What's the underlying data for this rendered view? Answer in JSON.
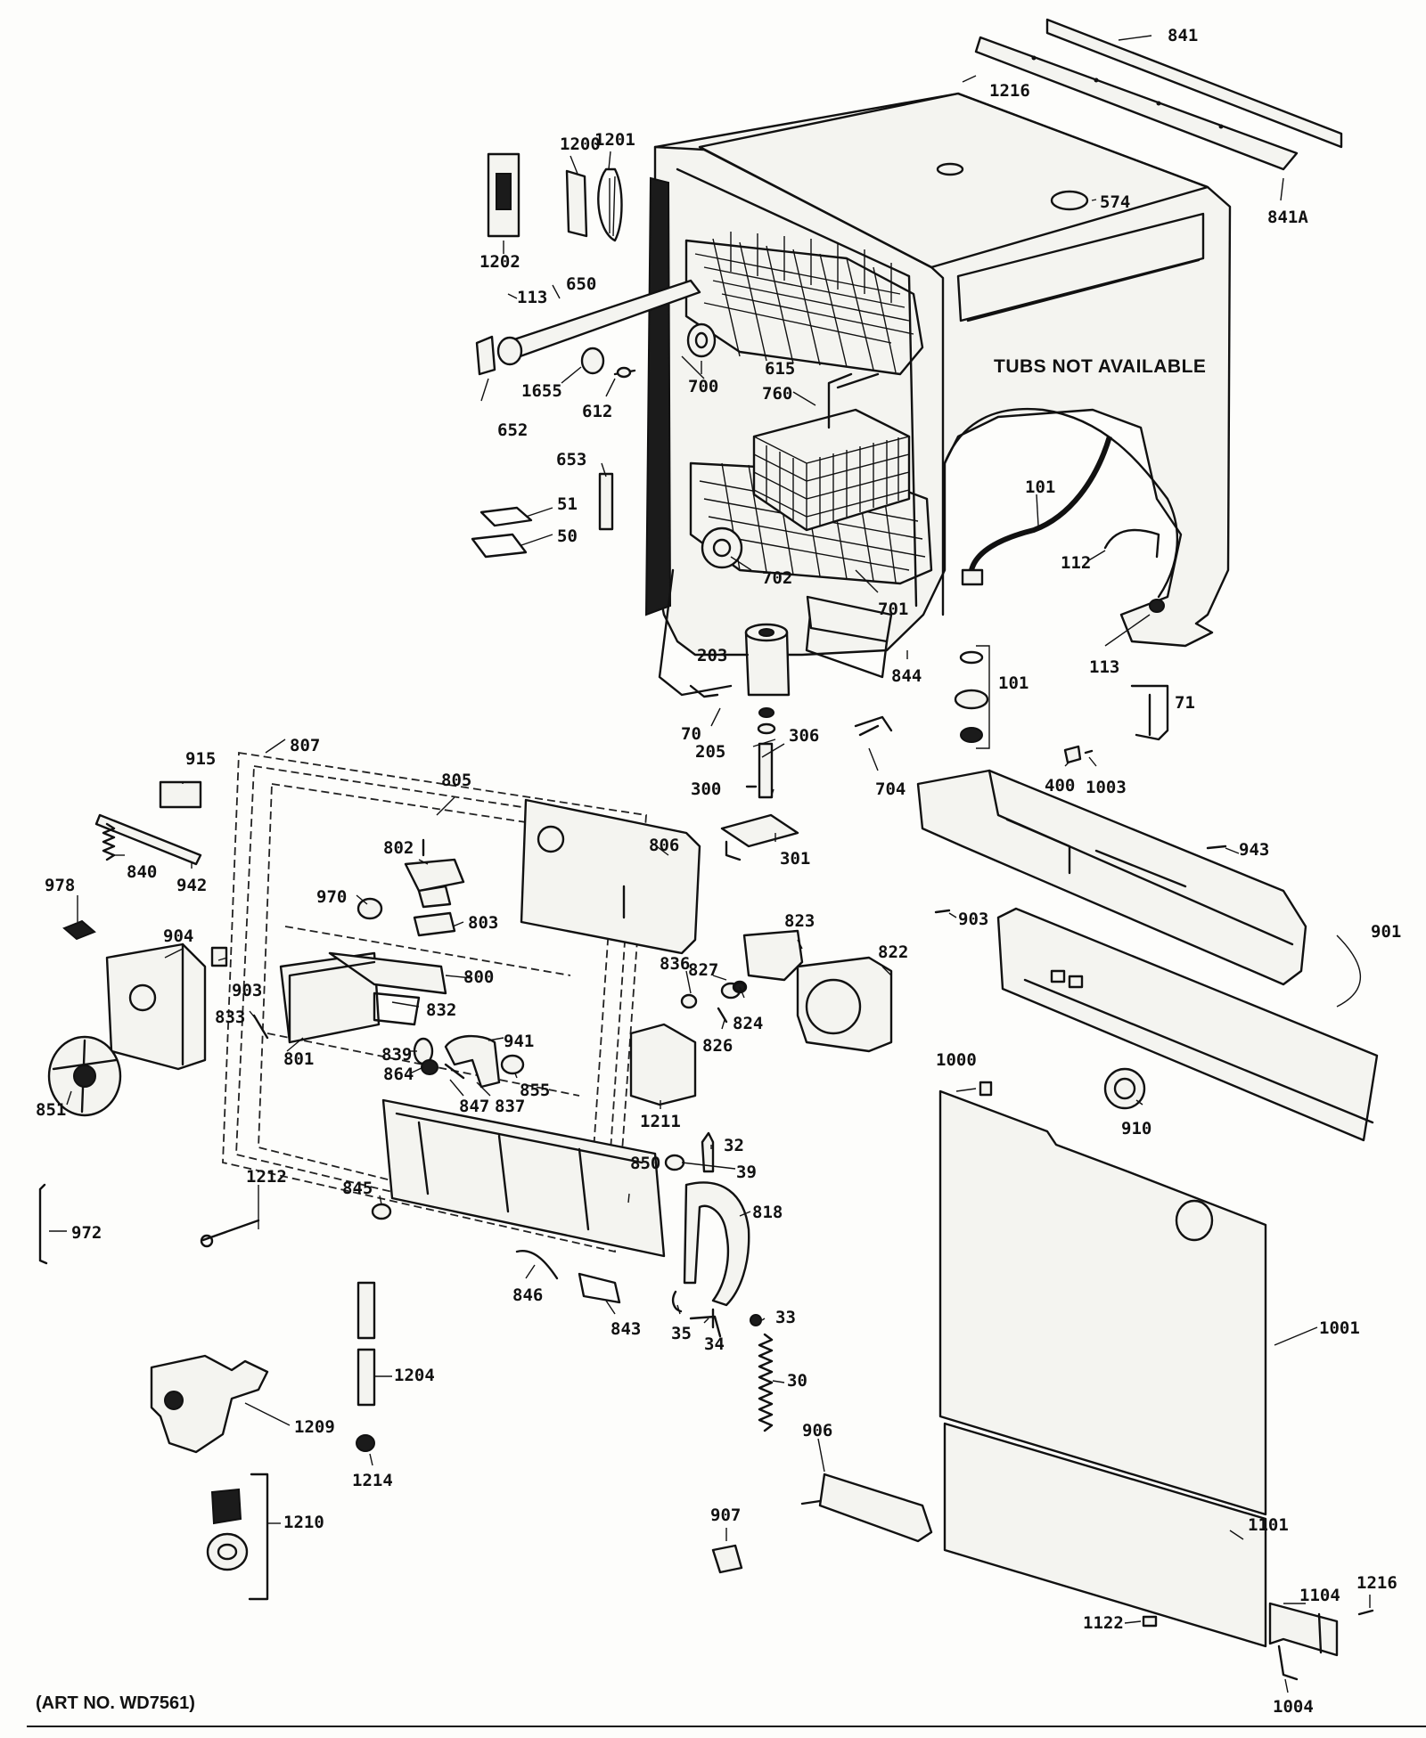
{
  "diagram": {
    "notice": "TUBS NOT AVAILABLE",
    "art_number": "(ART NO. WD7561)",
    "callouts": {
      "c841": "841",
      "c841a": "841A",
      "c1216a": "1216",
      "c574": "574",
      "c1200": "1200",
      "c1201": "1201",
      "c1202": "1202",
      "c113a": "113",
      "c650": "650",
      "c652": "652",
      "c1655": "1655",
      "c612": "612",
      "c700": "700",
      "c615": "615",
      "c760": "760",
      "c653": "653",
      "c51": "51",
      "c50": "50",
      "c702": "702",
      "c701": "701",
      "c101a": "101",
      "c112": "112",
      "c113b": "113",
      "c71": "71",
      "c844": "844",
      "c203": "203",
      "c70": "70",
      "c205": "205",
      "c306": "306",
      "c300": "300",
      "c301": "301",
      "c704": "704",
      "c101b": "101",
      "c400": "400",
      "c1003": "1003",
      "c915": "915",
      "c807": "807",
      "c805": "805",
      "c802": "802",
      "c806": "806",
      "c942": "942",
      "c840": "840",
      "c978": "978",
      "c970": "970",
      "c803": "803",
      "c904": "904",
      "c903a": "903",
      "c823": "823",
      "c822": "822",
      "c943": "943",
      "c903b": "903",
      "c901": "901",
      "c800": "800",
      "c836": "836",
      "c827": "827",
      "c832": "832",
      "c833": "833",
      "c824": "824",
      "c826": "826",
      "c801": "801",
      "c839": "839",
      "c941": "941",
      "c864": "864",
      "c855": "855",
      "c847": "847",
      "c837": "837",
      "c851": "851",
      "c1211": "1211",
      "c1000": "1000",
      "c910": "910",
      "c32": "32",
      "c39": "39",
      "c1212": "1212",
      "c850": "850",
      "c845": "845",
      "c818": "818",
      "c972": "972",
      "c846": "846",
      "c843": "843",
      "c33": "33",
      "c35": "35",
      "c34": "34",
      "c1001": "1001",
      "c1204": "1204",
      "c30": "30",
      "c1209": "1209",
      "c906": "906",
      "c1214": "1214",
      "c1210": "1210",
      "c907": "907",
      "c1101": "1101",
      "c1104": "1104",
      "c1216b": "1216",
      "c1122": "1122",
      "c1004": "1004"
    }
  }
}
